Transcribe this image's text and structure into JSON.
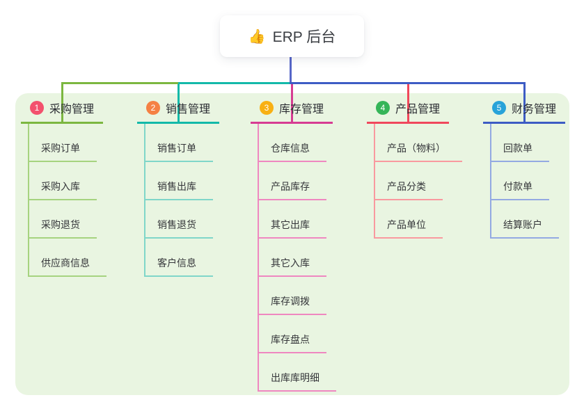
{
  "root": {
    "icon": "👍",
    "title": "ERP 后台"
  },
  "colors": {
    "panel_bg": "#e9f5e1",
    "root_line": "#5666c8",
    "text_dark": "#2b2d33",
    "text_item": "#35363a"
  },
  "branches": [
    {
      "num": "1",
      "label": "采购管理",
      "badge_color": "#f3516d",
      "line_color": "#7cb740",
      "item_line_color": "#a6d37f",
      "items": [
        "采购订单",
        "采购入库",
        "采购退货",
        "供应商信息"
      ]
    },
    {
      "num": "2",
      "label": "销售管理",
      "badge_color": "#f58144",
      "line_color": "#13b9a9",
      "item_line_color": "#7fd6c9",
      "items": [
        "销售订单",
        "销售出库",
        "销售退货",
        "客户信息"
      ]
    },
    {
      "num": "3",
      "label": "库存管理",
      "badge_color": "#f8b013",
      "line_color": "#d63c92",
      "item_line_color": "#ef87c0",
      "items": [
        "仓库信息",
        "产品库存",
        "其它出库",
        "其它入库",
        "库存调拨",
        "库存盘点",
        "出库库明细"
      ]
    },
    {
      "num": "4",
      "label": "产品管理",
      "badge_color": "#35b558",
      "line_color": "#f0485c",
      "item_line_color": "#f9999f",
      "items": [
        "产品（物料）",
        "产品分类",
        "产品单位"
      ]
    },
    {
      "num": "5",
      "label": "财务管理",
      "badge_color": "#28a3d9",
      "line_color": "#3d5cc4",
      "item_line_color": "#93a9e2",
      "items": [
        "回款单",
        "付款单",
        "结算账户"
      ]
    }
  ]
}
